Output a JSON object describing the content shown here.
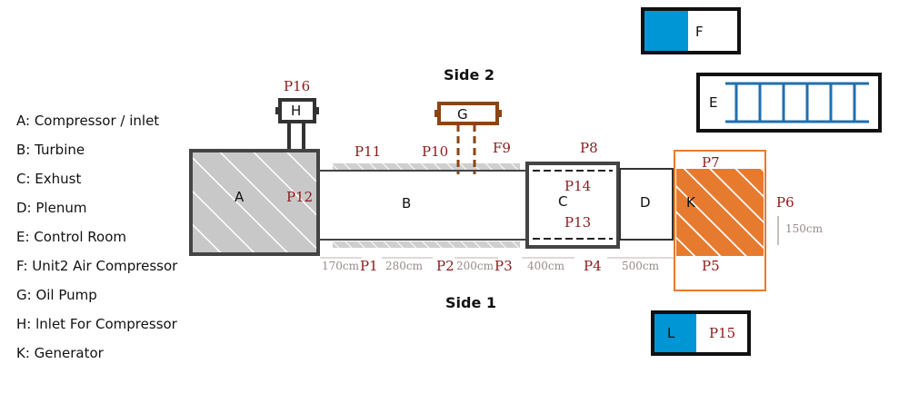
{
  "legend": [
    "A: Compressor / inlet",
    "B: Turbine",
    "C: Exhust",
    "D: Plenum",
    "E: Control Room",
    "F: Unit2 Air Compressor",
    "G: Oil Pump",
    "H: lnlet For Compressor",
    "K: Generator"
  ],
  "sides": {
    "top": "Side 2",
    "bottom": "Side 1"
  },
  "boxes": {
    "a": "A",
    "b": "B",
    "c": "C",
    "d": "D",
    "e": "E",
    "f": "F",
    "g": "G",
    "h": "H",
    "k": "K",
    "l": "L"
  },
  "points": {
    "p1": "P1",
    "p2": "P2",
    "p3": "P3",
    "p4": "P4",
    "p5": "P5",
    "p6": "P6",
    "p7": "P7",
    "p8": "P8",
    "f9": "F9",
    "p10": "P10",
    "p11": "P11",
    "p12": "P12",
    "p13": "P13",
    "p14": "P14",
    "p15": "P15",
    "p16": "P16"
  },
  "distances": {
    "d170": "170cm",
    "d280": "280cm",
    "d200": "200cm",
    "d400": "400cm",
    "d500": "500cm",
    "d150": "150cm"
  },
  "colors": {
    "blue": "#0096d6",
    "orange": "#e67a2e",
    "oil_brown": "#8b4513",
    "gray_fill": "#c8c8c8",
    "point_red": "#8b1a1a",
    "ladder_blue": "#1f6fb0"
  }
}
